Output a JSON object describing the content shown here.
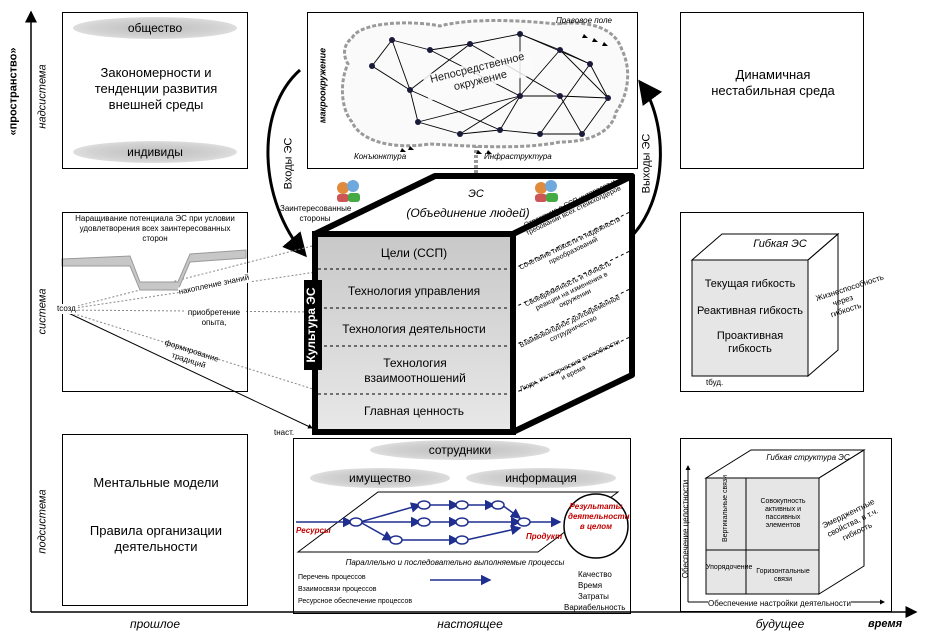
{
  "axes": {
    "y_title": "«пространство»",
    "x_title": "время",
    "levels": [
      "надсистема",
      "система",
      "подсистема"
    ],
    "times": [
      "прошлое",
      "настоящее",
      "будущее"
    ]
  },
  "past_top": {
    "ellipse_top": "общество",
    "center_text": "Закономерности и тенденции развития внешней среды",
    "ellipse_bottom": "индивиды"
  },
  "present_top": {
    "vertical_label": "макроокружение",
    "legal_field": "Правовое поле",
    "cloud_label": "Непосредственное окружение",
    "conjuncture": "Конъюнктура",
    "infrastructure": "Инфраструктура"
  },
  "future_top": {
    "text": "Динамичная нестабильная среда"
  },
  "arrows": {
    "inputs": "Входы ЭС",
    "outputs": "Выходы ЭС"
  },
  "past_mid": {
    "text": "Наращивание потенциала ЭС при условии удовлетворения всех заинтересованных сторон",
    "t_create": "tсозд.",
    "accumulation": "накопление знаний",
    "experience": "приобретение опыта,",
    "traditions": "формирование традиций",
    "t_now": "tнаст."
  },
  "cube": {
    "stakeholders": "Заинтересованные стороны",
    "title": "ЭС",
    "subtitle": "(Объединение людей)",
    "culture": "Культура ЭС",
    "layers": [
      "Цели (ССП)",
      "Технология управления",
      "Технология деятельности",
      "Технология взаимоотношений",
      "Главная ценность"
    ],
    "side": [
      "Отражение в ССП интересов и требований всех стейкхолдеров",
      "Сочетание гибкости и надёжности преобразований",
      "Своевременность и точность реакции на изменения в окружении",
      "Взаимовыгодное долговременное сотрудничество",
      "Люди, их творческие способности и время"
    ]
  },
  "future_mid": {
    "title": "Гибкая ЭС",
    "items": [
      "Текущая гибкость",
      "Реактивная гибкость",
      "Проактивная гибкость"
    ],
    "side": "Жизнеспособность через гибкость",
    "t_future": "tбуд."
  },
  "past_bot": {
    "line1": "Ментальные модели",
    "line2": "Правила организации деятельности"
  },
  "present_bot": {
    "ellipse_staff": "сотрудники",
    "ellipse_property": "имущество",
    "ellipse_info": "информация",
    "resources": "Ресурсы",
    "product": "Продукт",
    "results": "Результаты деятельности в целом",
    "processes_caption": "Параллельно и последовательно выполняемые процессы",
    "list_left": [
      "Перечень процессов",
      "Взаимосвязи процессов",
      "Ресурсное обеспечение процессов"
    ],
    "list_right": [
      "Качество",
      "Время",
      "Затраты",
      "Вариабельность"
    ]
  },
  "future_bot": {
    "title": "Гибкая структура ЭС",
    "cell_tl": "Вертикальные связи",
    "cell_tr": "Совокупность активных и пассивных элементов",
    "cell_bl": "Упорядочение",
    "cell_br": "Горизонтальные связи",
    "side": "Эмерджентные свойства, в т.ч. гибкость",
    "y_axis": "Обеспечение целостности",
    "x_axis": "Обеспечение настройки деятельности"
  }
}
